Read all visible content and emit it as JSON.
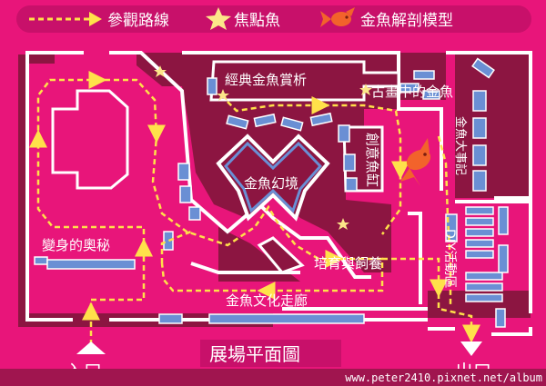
{
  "legend": {
    "route": "參觀路線",
    "focus": "焦點魚",
    "model": "金魚解剖模型"
  },
  "areas": {
    "classic": "經典金魚賞析",
    "ancient": "古畫中的金魚",
    "events": "金魚大事記",
    "creative": "創意魚缸",
    "illusion": "金魚幻境",
    "transform": "變身的奧秘",
    "breeding": "培育與飼養",
    "culture": "金魚文化走廊",
    "diy": "DIY活動區"
  },
  "labels": {
    "entrance": "入口",
    "exit": "出口",
    "title": "展場平面圖",
    "watermark": "www.peter2410.pixnet.net/album"
  },
  "colors": {
    "background": "#e8157a",
    "floor": "#8c1541",
    "walls": "#ffffff",
    "exhibit": "#6a8fd4",
    "route": "#ffe14a",
    "fish": "#f2632b",
    "watermark_bg": "#a0154f"
  }
}
